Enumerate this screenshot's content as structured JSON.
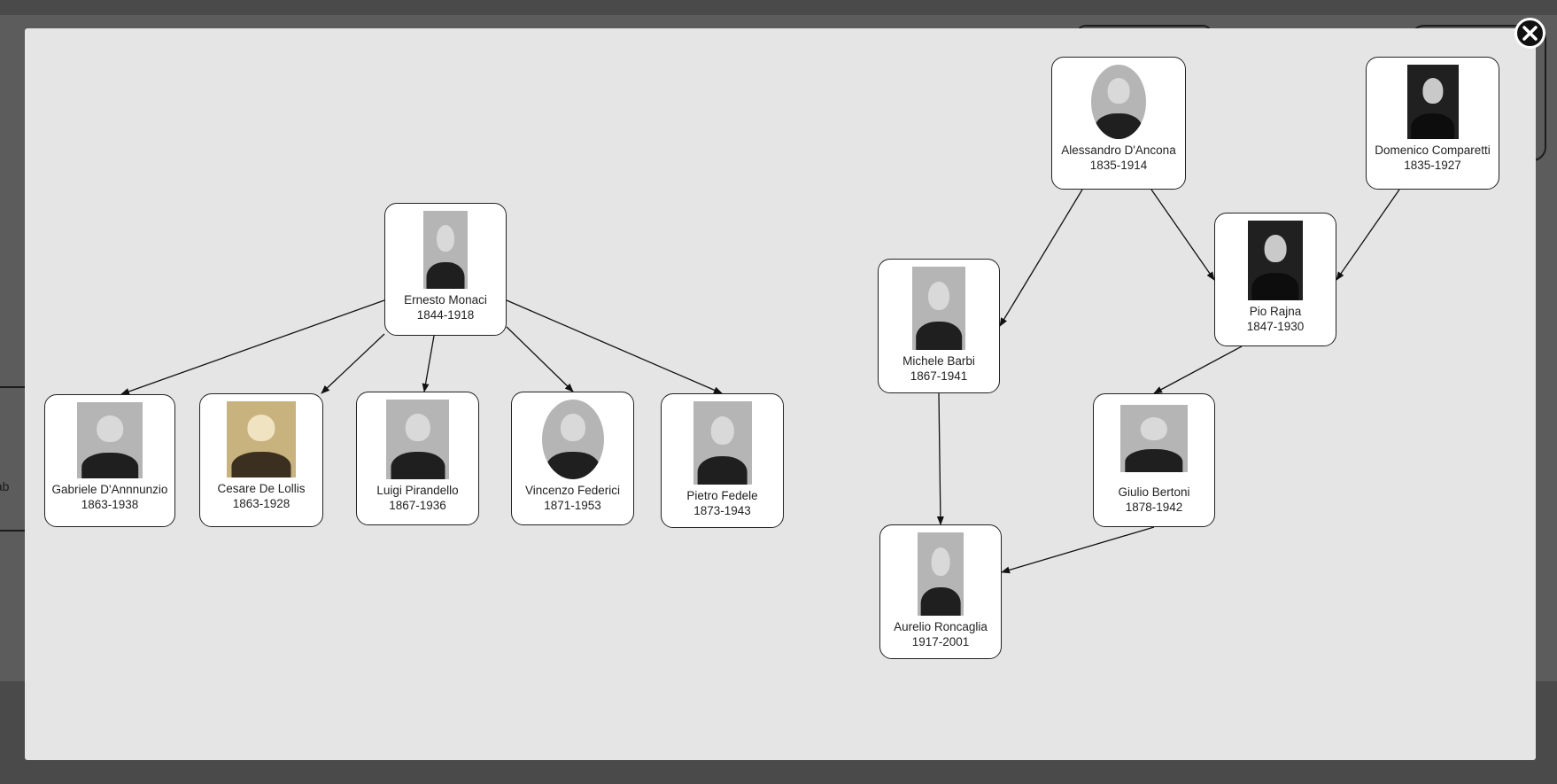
{
  "background": {
    "partial_label": "Gab"
  },
  "close_button": {
    "icon": "close-icon"
  },
  "diagram": {
    "nodes": [
      {
        "id": "monaci",
        "name": "Ernesto Monaci",
        "years": "1844-1918"
      },
      {
        "id": "dannunzio",
        "name": "Gabriele D'Annnunzio",
        "years": "1863-1938"
      },
      {
        "id": "delollis",
        "name": "Cesare De Lollis",
        "years": "1863-1928"
      },
      {
        "id": "pirandello",
        "name": "Luigi Pirandello",
        "years": "1867-1936"
      },
      {
        "id": "federici",
        "name": "Vincenzo Federici",
        "years": "1871-1953"
      },
      {
        "id": "fedele",
        "name": "Pietro Fedele",
        "years": "1873-1943"
      },
      {
        "id": "dancona",
        "name": "Alessandro D'Ancona",
        "years": "1835-1914"
      },
      {
        "id": "comparetti",
        "name": "Domenico Comparetti",
        "years": "1835-1927"
      },
      {
        "id": "rajna",
        "name": "Pio Rajna",
        "years": "1847-1930"
      },
      {
        "id": "barbi",
        "name": "Michele Barbi",
        "years": "1867-1941"
      },
      {
        "id": "bertoni",
        "name": "Giulio Bertoni",
        "years": "1878-1942"
      },
      {
        "id": "roncaglia",
        "name": "Aurelio Roncaglia",
        "years": "1917-2001"
      }
    ],
    "edges": [
      {
        "from": "monaci",
        "to": "dannunzio"
      },
      {
        "from": "monaci",
        "to": "delollis"
      },
      {
        "from": "monaci",
        "to": "pirandello"
      },
      {
        "from": "monaci",
        "to": "federici"
      },
      {
        "from": "monaci",
        "to": "fedele"
      },
      {
        "from": "dancona",
        "to": "barbi"
      },
      {
        "from": "dancona",
        "to": "rajna"
      },
      {
        "from": "comparetti",
        "to": "rajna"
      },
      {
        "from": "rajna",
        "to": "bertoni"
      },
      {
        "from": "barbi",
        "to": "roncaglia"
      },
      {
        "from": "bertoni",
        "to": "roncaglia"
      }
    ]
  }
}
